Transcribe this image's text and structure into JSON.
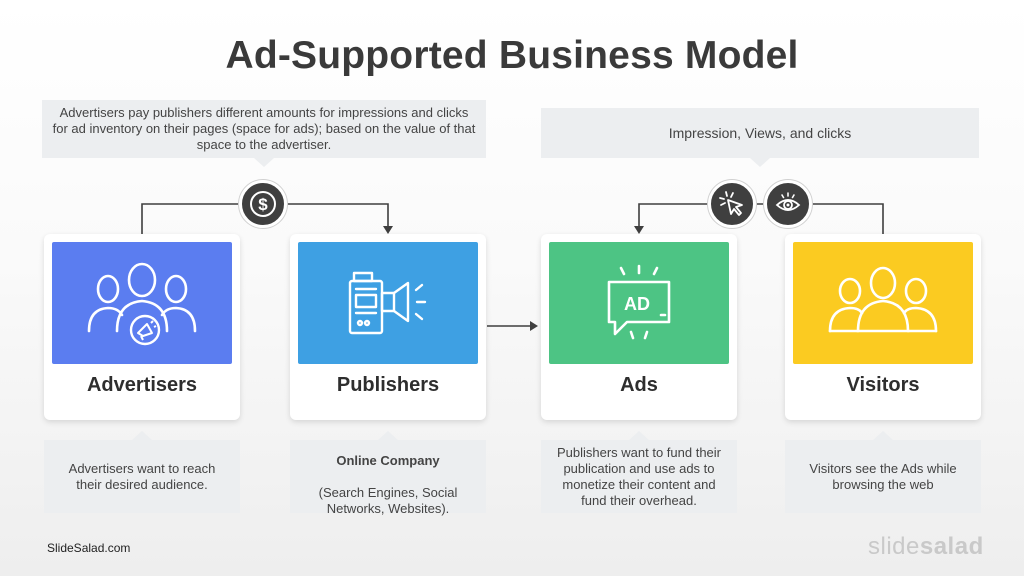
{
  "title": "Ad-Supported Business Model",
  "top_bubbles": {
    "left": "Advertisers  pay publishers different amounts for impressions and clicks\nfor ad inventory on their pages (space for ads); based on the value of that\nspace to the advertiser.",
    "right": "Impression, Views, and clicks"
  },
  "cards": [
    {
      "label": "Advertisers",
      "color": "#5b7df0",
      "icon": "people-megaphone-icon"
    },
    {
      "label": "Publishers",
      "color": "#3ea0e3",
      "icon": "newspaper-megaphone-icon"
    },
    {
      "label": "Ads",
      "color": "#4dc484",
      "icon": "ad-sign-icon"
    },
    {
      "label": "Visitors",
      "color": "#fbcb21",
      "icon": "people-icon"
    }
  ],
  "bottom_bubbles": {
    "advertisers": "Advertisers  want to reach\ntheir desired audience.",
    "publishers_title": "Online Company",
    "publishers_body": "(Search Engines, Social\nNetworks, Websites).",
    "ads": "Publishers  want to fund their\npublication and use ads to\nmonetize their content and\nfund their overhead.",
    "visitors": "Visitors see the Ads while\nbrowsing the web"
  },
  "connector_icons": [
    "dollar-icon",
    "cursor-click-icon",
    "eye-icon"
  ],
  "footer": {
    "website": "SlideSalad.com",
    "logo_light": "slide",
    "logo_bold": "salad"
  }
}
